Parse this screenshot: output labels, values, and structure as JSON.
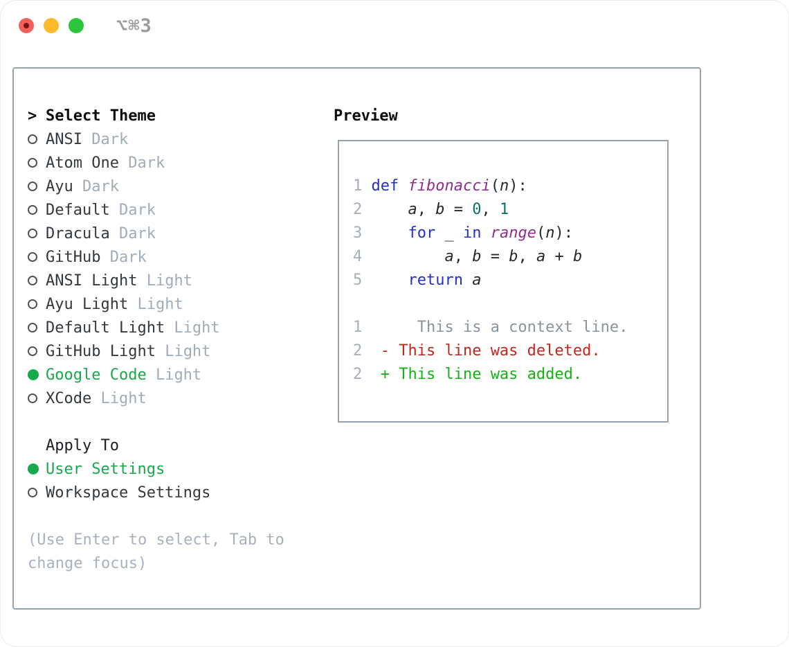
{
  "window": {
    "title": "⌥⌘3",
    "traffic_lights": [
      {
        "name": "close",
        "color": "#f2605c",
        "has_inner_dot": true
      },
      {
        "name": "minimize",
        "color": "#fcbb2d",
        "has_inner_dot": false
      },
      {
        "name": "zoom",
        "color": "#2dc53d",
        "has_inner_dot": false
      }
    ]
  },
  "left": {
    "heading": {
      "prompt": ">",
      "label": "Select Theme"
    },
    "themes": [
      {
        "name": "ANSI",
        "variant": "Dark",
        "selected": false
      },
      {
        "name": "Atom One",
        "variant": "Dark",
        "selected": false
      },
      {
        "name": "Ayu",
        "variant": "Dark",
        "selected": false
      },
      {
        "name": "Default",
        "variant": "Dark",
        "selected": false
      },
      {
        "name": "Dracula",
        "variant": "Dark",
        "selected": false
      },
      {
        "name": "GitHub",
        "variant": "Dark",
        "selected": false
      },
      {
        "name": "ANSI Light",
        "variant": "Light",
        "selected": false
      },
      {
        "name": "Ayu Light",
        "variant": "Light",
        "selected": false
      },
      {
        "name": "Default Light",
        "variant": "Light",
        "selected": false
      },
      {
        "name": "GitHub Light",
        "variant": "Light",
        "selected": false
      },
      {
        "name": "Google Code",
        "variant": "Light",
        "selected": true
      },
      {
        "name": "XCode",
        "variant": "Light",
        "selected": false
      }
    ],
    "apply_to": {
      "heading": "Apply To",
      "options": [
        {
          "label": "User Settings",
          "selected": true
        },
        {
          "label": "Workspace Settings",
          "selected": false
        }
      ]
    },
    "hint_line1": "(Use Enter to select, Tab to",
    "hint_line2": "change focus)"
  },
  "preview": {
    "heading": "Preview",
    "code_lines": [
      {
        "num": "1",
        "tokens": [
          {
            "t": "def",
            "s": "k"
          },
          {
            "t": " ",
            "s": "p"
          },
          {
            "t": "fibonacci",
            "s": "f"
          },
          {
            "t": "(",
            "s": "p"
          },
          {
            "t": "n",
            "s": "v"
          },
          {
            "t": "):",
            "s": "p"
          }
        ]
      },
      {
        "num": "2",
        "tokens": [
          {
            "t": "    ",
            "s": "p"
          },
          {
            "t": "a",
            "s": "v"
          },
          {
            "t": ", ",
            "s": "p"
          },
          {
            "t": "b",
            "s": "v"
          },
          {
            "t": " = ",
            "s": "p"
          },
          {
            "t": "0",
            "s": "l"
          },
          {
            "t": ", ",
            "s": "p"
          },
          {
            "t": "1",
            "s": "l"
          }
        ]
      },
      {
        "num": "3",
        "tokens": [
          {
            "t": "    ",
            "s": "p"
          },
          {
            "t": "for",
            "s": "k"
          },
          {
            "t": " _ ",
            "s": "p"
          },
          {
            "t": "in",
            "s": "k"
          },
          {
            "t": " ",
            "s": "p"
          },
          {
            "t": "range",
            "s": "f"
          },
          {
            "t": "(",
            "s": "p"
          },
          {
            "t": "n",
            "s": "v"
          },
          {
            "t": "):",
            "s": "p"
          }
        ]
      },
      {
        "num": "4",
        "tokens": [
          {
            "t": "        ",
            "s": "p"
          },
          {
            "t": "a",
            "s": "v"
          },
          {
            "t": ", ",
            "s": "p"
          },
          {
            "t": "b",
            "s": "v"
          },
          {
            "t": " = ",
            "s": "p"
          },
          {
            "t": "b",
            "s": "v"
          },
          {
            "t": ", ",
            "s": "p"
          },
          {
            "t": "a",
            "s": "v"
          },
          {
            "t": " + ",
            "s": "p"
          },
          {
            "t": "b",
            "s": "v"
          }
        ]
      },
      {
        "num": "5",
        "tokens": [
          {
            "t": "    ",
            "s": "p"
          },
          {
            "t": "return",
            "s": "k"
          },
          {
            "t": " ",
            "s": "p"
          },
          {
            "t": "a",
            "s": "v"
          }
        ]
      }
    ],
    "diff_lines": [
      {
        "num": "1",
        "tokens": [
          {
            "t": "     This is a context line.",
            "s": "ctx"
          }
        ]
      },
      {
        "num": "2",
        "tokens": [
          {
            "t": " ",
            "s": "p"
          },
          {
            "t": "- This line was deleted.",
            "s": "del"
          }
        ]
      },
      {
        "num": "2",
        "tokens": [
          {
            "t": " ",
            "s": "p"
          },
          {
            "t": "+ This line was added.",
            "s": "add"
          }
        ]
      }
    ]
  },
  "colors": {
    "selection_green": "#18a94b",
    "added_green": "#12b412",
    "deleted_red": "#c3271c",
    "context_gray": "#8b939c",
    "keyword_blue": "#2431c8",
    "function_purple": "#8f2e8f",
    "literal_teal": "#0e6f6b",
    "line_number_gray": "#a6aeb9",
    "secondary_gray": "#a2acb8",
    "hint_gray": "#a9b2bc",
    "border_gray": "#98a2ac",
    "title_gray": "#9b9b9b"
  }
}
